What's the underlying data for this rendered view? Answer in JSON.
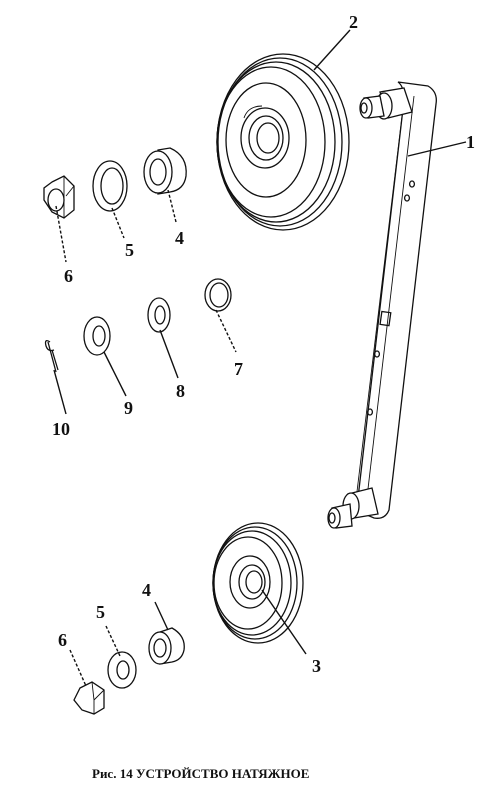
{
  "caption": "Рис. 14 УСТРОЙСТВО НАТЯЖНОЕ",
  "callouts": {
    "c1": "1",
    "c2": "2",
    "c3": "3",
    "c4a": "4",
    "c4b": "4",
    "c5a": "5",
    "c5b": "5",
    "c6a": "6",
    "c6b": "6",
    "c7": "7",
    "c8": "8",
    "c9": "9",
    "c10": "10"
  }
}
